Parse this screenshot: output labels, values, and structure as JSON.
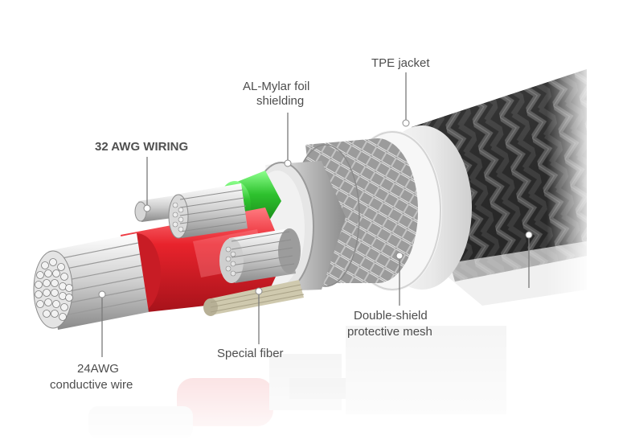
{
  "labels": {
    "tpe_jacket": "TPE jacket",
    "mylar_line1": "AL-Mylar foil",
    "mylar_line2": "shielding",
    "awg32": "32 AWG WIRING",
    "double_shield_line1": "Double-shield",
    "double_shield_line2": "protective mesh",
    "special_fiber": "Special fiber",
    "awg24_line1": "24AWG",
    "awg24_line2": "conductive wire"
  },
  "colors": {
    "label_text": "#4d4d4d",
    "braid_dark": "#2e2e2e",
    "jacket_white": "#f2f2f2",
    "foil_silver": "#c8c8c8",
    "wire_red": "#e0212b",
    "wire_green": "#2fc12f",
    "copper_silver": "#d9d9d9",
    "fiber_beige": "#cfc9ae",
    "leader_line": "#7a7a7a"
  },
  "icons": {
    "callout_marker": "white-dot-marker"
  }
}
